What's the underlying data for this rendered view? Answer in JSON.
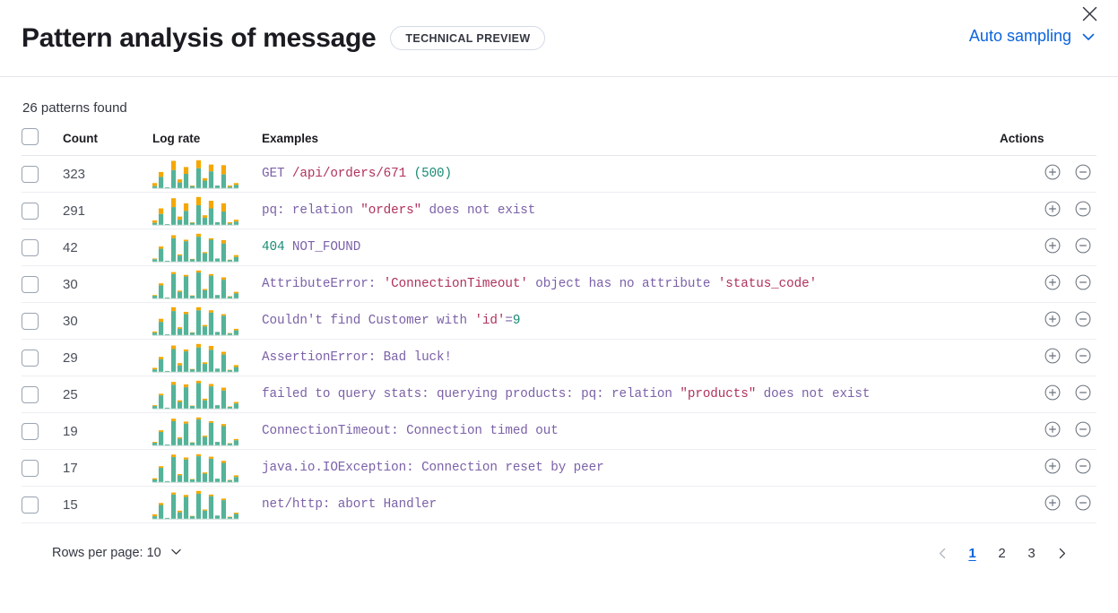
{
  "header": {
    "title": "Pattern analysis of message",
    "badge": "TECHNICAL PREVIEW",
    "sampling_label": "Auto sampling",
    "chevron_icon": "chevron-down-icon",
    "close_icon": "close-icon",
    "accent_color": "#0b64dd"
  },
  "summary": {
    "patterns_found": "26 patterns found"
  },
  "table": {
    "columns": {
      "select": "",
      "count": "Count",
      "log_rate": "Log rate",
      "examples": "Examples",
      "actions": "Actions"
    },
    "action_icons": {
      "filter_for": "plus-in-circle-icon",
      "filter_out": "minus-in-circle-icon"
    },
    "rows": [
      {
        "count": "323",
        "example_plain": "GET /api/orders/671 (500)",
        "tokens": [
          {
            "t": "GET ",
            "c": "kw"
          },
          {
            "t": "/api/orders/671",
            "c": "str"
          },
          {
            "t": " ",
            "c": "kw"
          },
          {
            "t": "(500)",
            "c": "num"
          }
        ],
        "spark": [
          [
            6,
            10
          ],
          [
            36,
            16
          ],
          [
            2,
            0
          ],
          [
            58,
            30
          ],
          [
            18,
            10
          ],
          [
            46,
            22
          ],
          [
            6,
            2
          ],
          [
            64,
            26
          ],
          [
            24,
            8
          ],
          [
            54,
            22
          ],
          [
            8,
            0
          ],
          [
            44,
            30
          ],
          [
            4,
            4
          ],
          [
            10,
            6
          ]
        ]
      },
      {
        "count": "291",
        "example_plain": "pq: relation \"orders\" does not exist",
        "tokens": [
          {
            "t": "pq: relation ",
            "c": "kw"
          },
          {
            "t": "\"orders\"",
            "c": "str"
          },
          {
            "t": " does not exist",
            "c": "kw"
          }
        ],
        "spark": [
          [
            6,
            8
          ],
          [
            34,
            18
          ],
          [
            2,
            0
          ],
          [
            56,
            28
          ],
          [
            16,
            10
          ],
          [
            44,
            24
          ],
          [
            6,
            2
          ],
          [
            62,
            26
          ],
          [
            22,
            8
          ],
          [
            52,
            24
          ],
          [
            8,
            0
          ],
          [
            42,
            26
          ],
          [
            4,
            4
          ],
          [
            10,
            6
          ]
        ]
      },
      {
        "count": "42",
        "example_plain": "404 NOT_FOUND",
        "tokens": [
          {
            "t": "404",
            "c": "num"
          },
          {
            "t": " NOT_FOUND",
            "c": "kw"
          }
        ],
        "spark": [
          [
            6,
            2
          ],
          [
            34,
            6
          ],
          [
            2,
            0
          ],
          [
            62,
            8
          ],
          [
            16,
            3
          ],
          [
            54,
            4
          ],
          [
            6,
            1
          ],
          [
            66,
            8
          ],
          [
            22,
            3
          ],
          [
            58,
            4
          ],
          [
            8,
            0
          ],
          [
            48,
            9
          ],
          [
            4,
            1
          ],
          [
            12,
            5
          ]
        ]
      },
      {
        "count": "30",
        "example_plain": "AttributeError: 'ConnectionTimeout' object has no attribute 'status_code'",
        "tokens": [
          {
            "t": "AttributeError: ",
            "c": "kw"
          },
          {
            "t": "'ConnectionTimeout'",
            "c": "str"
          },
          {
            "t": " object has no attribute ",
            "c": "kw"
          },
          {
            "t": "'status_code'",
            "c": "str"
          }
        ],
        "spark": [
          [
            6,
            2
          ],
          [
            32,
            5
          ],
          [
            2,
            0
          ],
          [
            60,
            5
          ],
          [
            16,
            3
          ],
          [
            54,
            4
          ],
          [
            6,
            1
          ],
          [
            64,
            5
          ],
          [
            20,
            3
          ],
          [
            56,
            4
          ],
          [
            8,
            0
          ],
          [
            46,
            6
          ],
          [
            4,
            1
          ],
          [
            12,
            4
          ]
        ]
      },
      {
        "count": "30",
        "example_plain": "Couldn't find Customer with 'id'=9",
        "tokens": [
          {
            "t": "Couldn't find Customer with ",
            "c": "kw"
          },
          {
            "t": "'id'",
            "c": "str"
          },
          {
            "t": "=",
            "c": "kw"
          },
          {
            "t": "9",
            "c": "num"
          }
        ],
        "spark": [
          [
            6,
            3
          ],
          [
            34,
            8
          ],
          [
            2,
            0
          ],
          [
            62,
            10
          ],
          [
            16,
            4
          ],
          [
            54,
            6
          ],
          [
            6,
            1
          ],
          [
            64,
            8
          ],
          [
            22,
            4
          ],
          [
            58,
            6
          ],
          [
            8,
            0
          ],
          [
            50,
            4
          ],
          [
            4,
            1
          ],
          [
            12,
            4
          ]
        ]
      },
      {
        "count": "29",
        "example_plain": "AssertionError: Bad luck!",
        "tokens": [
          {
            "t": "AssertionError: Bad luck!",
            "c": "kw"
          }
        ],
        "spark": [
          [
            6,
            4
          ],
          [
            32,
            6
          ],
          [
            2,
            0
          ],
          [
            58,
            9
          ],
          [
            16,
            6
          ],
          [
            52,
            5
          ],
          [
            6,
            1
          ],
          [
            62,
            9
          ],
          [
            20,
            4
          ],
          [
            56,
            10
          ],
          [
            8,
            0
          ],
          [
            44,
            7
          ],
          [
            4,
            1
          ],
          [
            12,
            5
          ]
        ]
      },
      {
        "count": "25",
        "example_plain": "failed to query stats: querying products: pq: relation \"products\" does not exist",
        "tokens": [
          {
            "t": "failed to query stats: querying products: pq: relation ",
            "c": "kw"
          },
          {
            "t": "\"products\"",
            "c": "str"
          },
          {
            "t": " does not exist",
            "c": "kw"
          }
        ],
        "spark": [
          [
            6,
            2
          ],
          [
            32,
            4
          ],
          [
            2,
            0
          ],
          [
            58,
            7
          ],
          [
            16,
            4
          ],
          [
            52,
            7
          ],
          [
            6,
            1
          ],
          [
            62,
            6
          ],
          [
            20,
            4
          ],
          [
            54,
            6
          ],
          [
            8,
            0
          ],
          [
            44,
            7
          ],
          [
            4,
            1
          ],
          [
            12,
            4
          ]
        ]
      },
      {
        "count": "19",
        "example_plain": "ConnectionTimeout: Connection timed out",
        "tokens": [
          {
            "t": "ConnectionTimeout: Connection timed out",
            "c": "kw"
          }
        ],
        "spark": [
          [
            6,
            2
          ],
          [
            32,
            4
          ],
          [
            2,
            0
          ],
          [
            58,
            6
          ],
          [
            16,
            3
          ],
          [
            52,
            5
          ],
          [
            6,
            1
          ],
          [
            62,
            5
          ],
          [
            20,
            3
          ],
          [
            54,
            4
          ],
          [
            8,
            0
          ],
          [
            46,
            5
          ],
          [
            4,
            1
          ],
          [
            12,
            3
          ]
        ]
      },
      {
        "count": "17",
        "example_plain": "java.io.IOException: Connection reset by peer",
        "tokens": [
          {
            "t": "java.io.IOException: Connection reset by peer",
            "c": "kw"
          }
        ],
        "spark": [
          [
            6,
            3
          ],
          [
            34,
            4
          ],
          [
            2,
            0
          ],
          [
            60,
            6
          ],
          [
            16,
            3
          ],
          [
            54,
            5
          ],
          [
            6,
            1
          ],
          [
            62,
            5
          ],
          [
            20,
            3
          ],
          [
            56,
            5
          ],
          [
            8,
            0
          ],
          [
            46,
            5
          ],
          [
            4,
            1
          ],
          [
            12,
            4
          ]
        ]
      },
      {
        "count": "15",
        "example_plain": "net/http: abort Handler",
        "tokens": [
          {
            "t": "net/http: abort Handler",
            "c": "kw"
          }
        ],
        "spark": [
          [
            6,
            5
          ],
          [
            34,
            5
          ],
          [
            2,
            0
          ],
          [
            60,
            5
          ],
          [
            16,
            4
          ],
          [
            54,
            5
          ],
          [
            6,
            1
          ],
          [
            62,
            7
          ],
          [
            20,
            3
          ],
          [
            56,
            4
          ],
          [
            8,
            0
          ],
          [
            46,
            4
          ],
          [
            4,
            1
          ],
          [
            12,
            3
          ]
        ]
      }
    ]
  },
  "footer": {
    "rows_per_page": "Rows per page: 10",
    "rows_per_page_icon": "chevron-down-icon",
    "prev_icon": "chevron-left-icon",
    "next_icon": "chevron-right-icon",
    "pages": [
      "1",
      "2",
      "3"
    ],
    "active_page": "1"
  },
  "colors": {
    "spark_base": "#54b399",
    "spark_top": "#f5a700",
    "link": "#0b64dd",
    "token_keyword": "#7b61a8",
    "token_string": "#b0325c",
    "token_number": "#188a73"
  }
}
